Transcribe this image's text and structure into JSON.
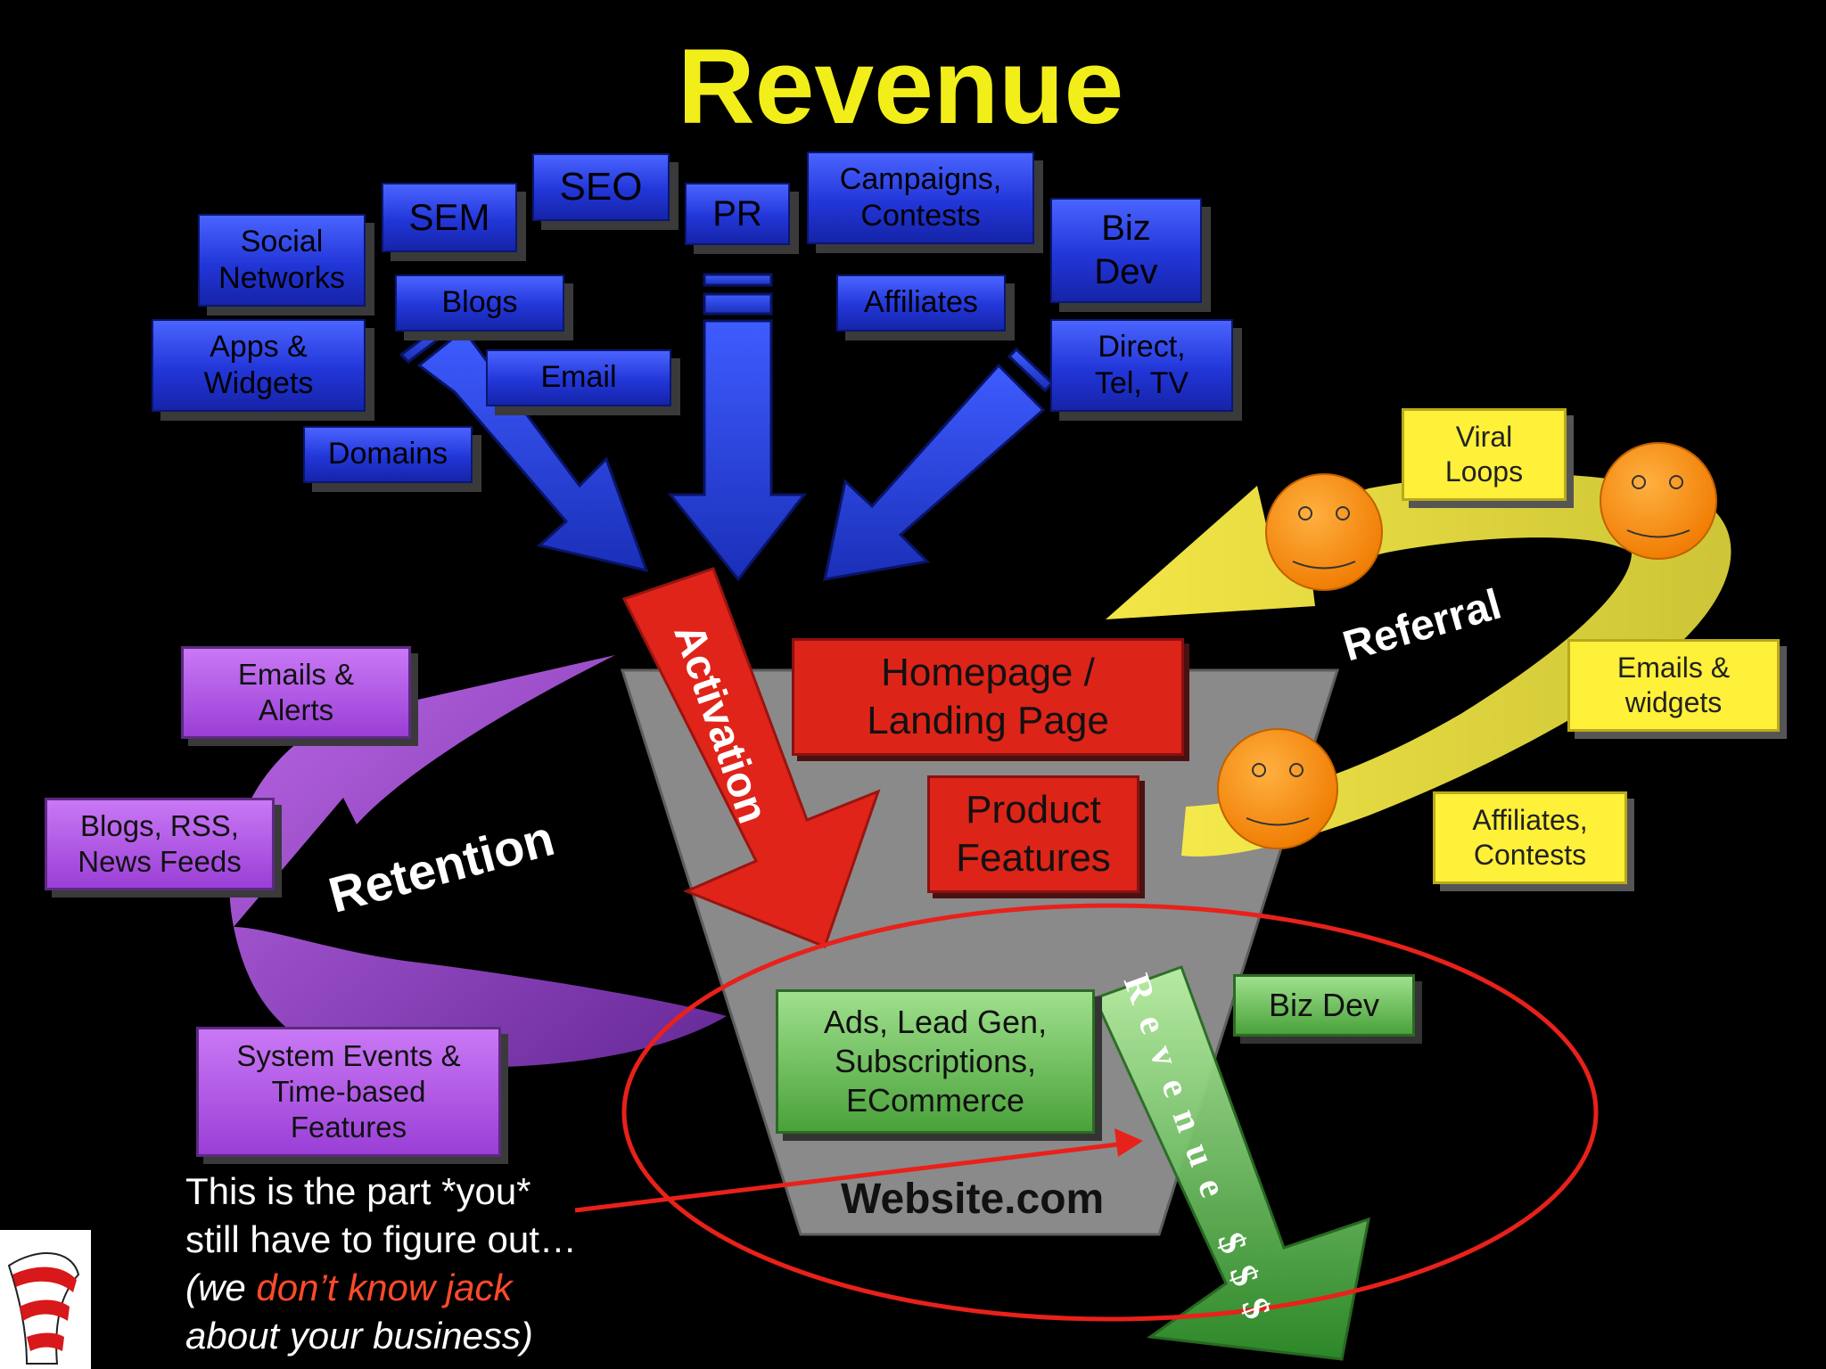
{
  "title": "Revenue",
  "acquisition_channels": {
    "social": "Social\nNetworks",
    "sem": "SEM",
    "seo": "SEO",
    "pr": "PR",
    "campaigns": "Campaigns,\nContests",
    "biz_dev": "Biz\nDev",
    "blogs": "Blogs",
    "affiliates": "Affiliates",
    "apps": "Apps &\nWidgets",
    "email": "Email",
    "direct": "Direct,\nTel, TV",
    "domains": "Domains"
  },
  "funnel": {
    "activation_label": "Activation",
    "homepage": "Homepage /\nLanding Page",
    "product": "Product\nFeatures",
    "website": "Website.com",
    "ads": "Ads, Lead Gen,\nSubscriptions,\nECommerce",
    "biz_dev": "Biz Dev",
    "revenue_arrow": "Revenue $$$"
  },
  "retention": {
    "label": "Retention",
    "emails": "Emails &\nAlerts",
    "blogs": "Blogs, RSS,\nNews Feeds",
    "system": "System Events &\nTime-based\nFeatures"
  },
  "referral": {
    "label": "Referral",
    "viral": "Viral\nLoops",
    "emails": "Emails &\nwidgets",
    "affiliates": "Affiliates,\nContests"
  },
  "note": {
    "line1": "This is the part *you*",
    "line2": "still have to figure out…",
    "line3_a": "(we ",
    "line3_b": "don’t know jack",
    "line4": "about your business)"
  },
  "colors": {
    "title": "#f2ee1a",
    "accent_red": "#e8211a",
    "note_highlight": "#ff4a2a"
  }
}
